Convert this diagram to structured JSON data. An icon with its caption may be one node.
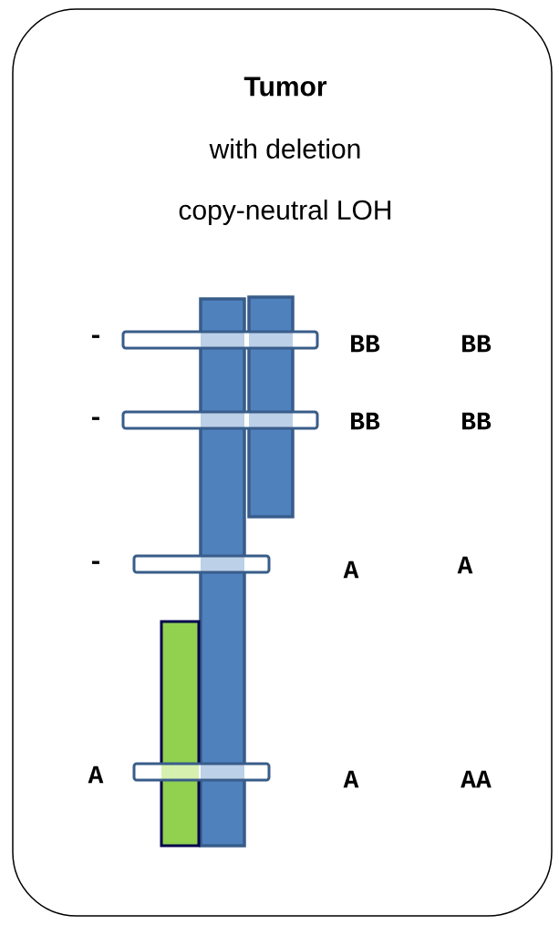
{
  "diagram": {
    "title": "Tumor",
    "labels": [
      "with deletion",
      "copy-neutral LOH",
      "-",
      "BB",
      "BB",
      "-",
      "BB",
      "BB",
      "-",
      "A",
      "A",
      "A",
      "A",
      "AA"
    ]
  }
}
